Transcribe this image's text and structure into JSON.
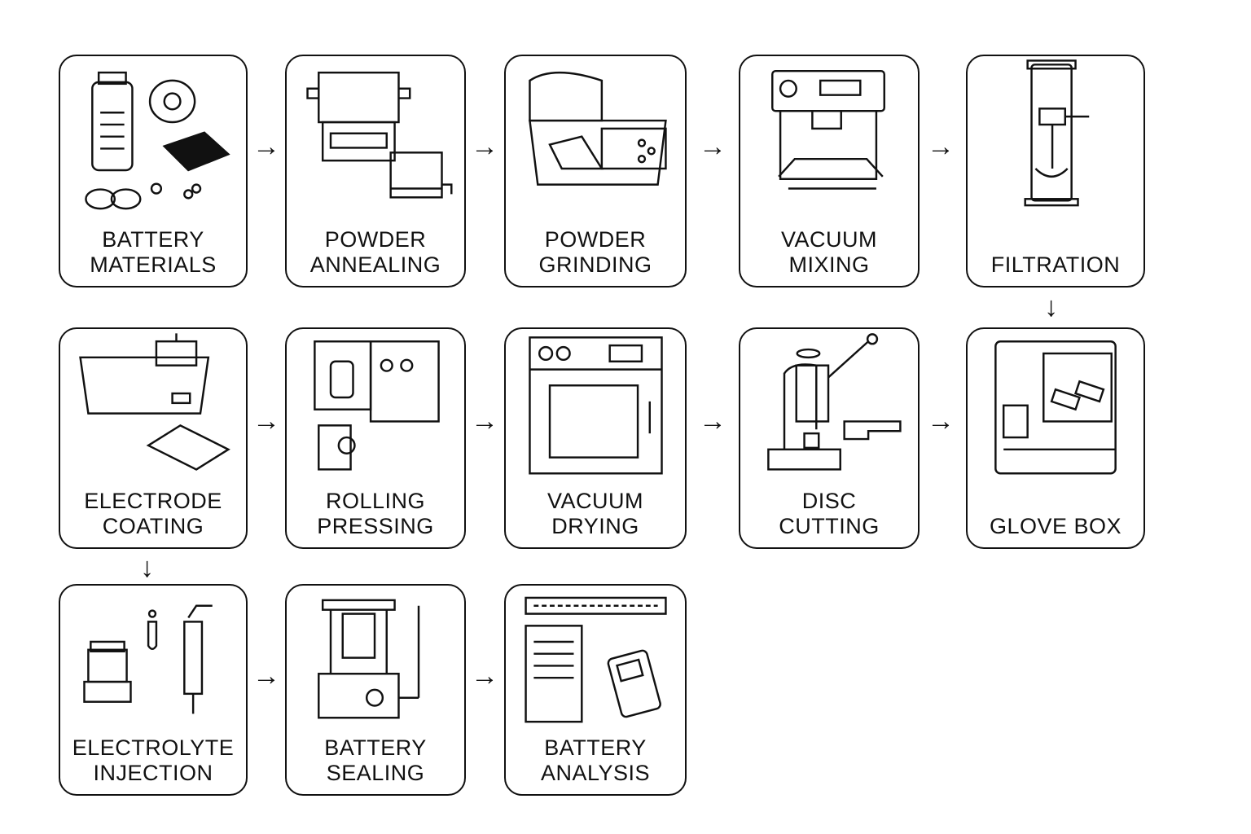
{
  "diagram": {
    "type": "process-flow",
    "steps": [
      {
        "id": "battery-materials",
        "line1": "BATTERY",
        "line2": "MATERIALS"
      },
      {
        "id": "powder-annealing",
        "line1": "POWDER",
        "line2": "ANNEALING"
      },
      {
        "id": "powder-grinding",
        "line1": "POWDER",
        "line2": "GRINDING"
      },
      {
        "id": "vacuum-mixing",
        "line1": "VACUUM",
        "line2": "MIXING"
      },
      {
        "id": "filtration",
        "line1": "FILTRATION",
        "line2": ""
      },
      {
        "id": "electrode-coating",
        "line1": "ELECTRODE",
        "line2": "COATING"
      },
      {
        "id": "rolling-pressing",
        "line1": "ROLLING",
        "line2": "PRESSING"
      },
      {
        "id": "vacuum-drying",
        "line1": "VACUUM",
        "line2": "DRYING"
      },
      {
        "id": "disc-cutting",
        "line1": "DISC",
        "line2": "CUTTING"
      },
      {
        "id": "glove-box",
        "line1": "GLOVE BOX",
        "line2": ""
      },
      {
        "id": "electrolyte-injection",
        "line1": "ELECTROLYTE",
        "line2": "INJECTION"
      },
      {
        "id": "battery-sealing",
        "line1": "BATTERY",
        "line2": "SEALING"
      },
      {
        "id": "battery-analysis",
        "line1": "BATTERY",
        "line2": "ANALYSIS"
      }
    ],
    "arrows": {
      "right": "→",
      "down": "↓"
    }
  }
}
